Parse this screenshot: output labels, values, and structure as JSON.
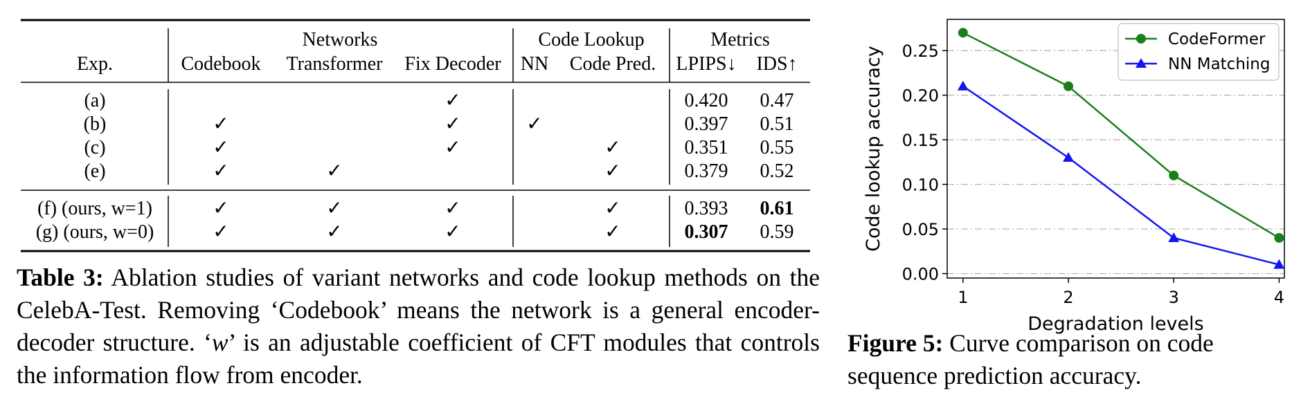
{
  "table": {
    "group_headers": {
      "networks": "Networks",
      "code_lookup": "Code Lookup",
      "metrics": "Metrics"
    },
    "columns": [
      "Exp.",
      "Codebook",
      "Transformer",
      "Fix Decoder",
      "NN",
      "Code Pred.",
      "LPIPS↓",
      "IDS↑"
    ],
    "check_mark": "✓",
    "rows": [
      {
        "exp": "(a)",
        "codebook": "",
        "transformer": "",
        "fix_decoder": "✓",
        "nn": "",
        "code_pred": "",
        "lpips": "0.420",
        "ids": "0.47"
      },
      {
        "exp": "(b)",
        "codebook": "✓",
        "transformer": "",
        "fix_decoder": "✓",
        "nn": "✓",
        "code_pred": "",
        "lpips": "0.397",
        "ids": "0.51"
      },
      {
        "exp": "(c)",
        "codebook": "✓",
        "transformer": "",
        "fix_decoder": "✓",
        "nn": "",
        "code_pred": "✓",
        "lpips": "0.351",
        "ids": "0.55"
      },
      {
        "exp": "(e)",
        "codebook": "✓",
        "transformer": "✓",
        "fix_decoder": "",
        "nn": "",
        "code_pred": "✓",
        "lpips": "0.379",
        "ids": "0.52"
      },
      {
        "exp": "(f) (ours, w=1)",
        "codebook": "✓",
        "transformer": "✓",
        "fix_decoder": "✓",
        "nn": "",
        "code_pred": "✓",
        "lpips": "0.393",
        "ids": "0.61",
        "ids_bold": true
      },
      {
        "exp": "(g) (ours, w=0)",
        "codebook": "✓",
        "transformer": "✓",
        "fix_decoder": "✓",
        "nn": "",
        "code_pred": "✓",
        "lpips": "0.307",
        "ids": "0.59",
        "lpips_bold": true
      }
    ]
  },
  "table_caption": {
    "label": "Table 3:",
    "text_before_w": " Ablation studies of variant networks and code lookup methods on the CelebA-Test. Removing ‘Codebook’ means the network is a general encoder-decoder structure. ‘",
    "w": "w",
    "text_after_w": "’ is an adjustable coefficient of CFT modules that controls the information flow from encoder."
  },
  "figure_caption": {
    "label": "Figure 5:",
    "text": " Curve comparison on code sequence prediction accuracy."
  },
  "chart_data": {
    "type": "line",
    "xlabel": "Degradation levels",
    "ylabel": "Code lookup accuracy",
    "x": [
      1,
      2,
      3,
      4
    ],
    "x_ticks": [
      "1",
      "2",
      "3",
      "4"
    ],
    "y_ticks": [
      "0.00",
      "0.05",
      "0.10",
      "0.15",
      "0.20",
      "0.25"
    ],
    "ylim": [
      -0.005,
      0.285
    ],
    "xlim": [
      0.85,
      4.05
    ],
    "grid": "horizontal dashed",
    "legend_position": "upper right",
    "series": [
      {
        "name": "CodeFormer",
        "values": [
          0.27,
          0.21,
          0.11,
          0.04
        ],
        "color": "#1a7f1a",
        "marker": "circle"
      },
      {
        "name": "NN Matching",
        "values": [
          0.21,
          0.13,
          0.04,
          0.01
        ],
        "color": "#1414f0",
        "marker": "triangle"
      }
    ]
  }
}
